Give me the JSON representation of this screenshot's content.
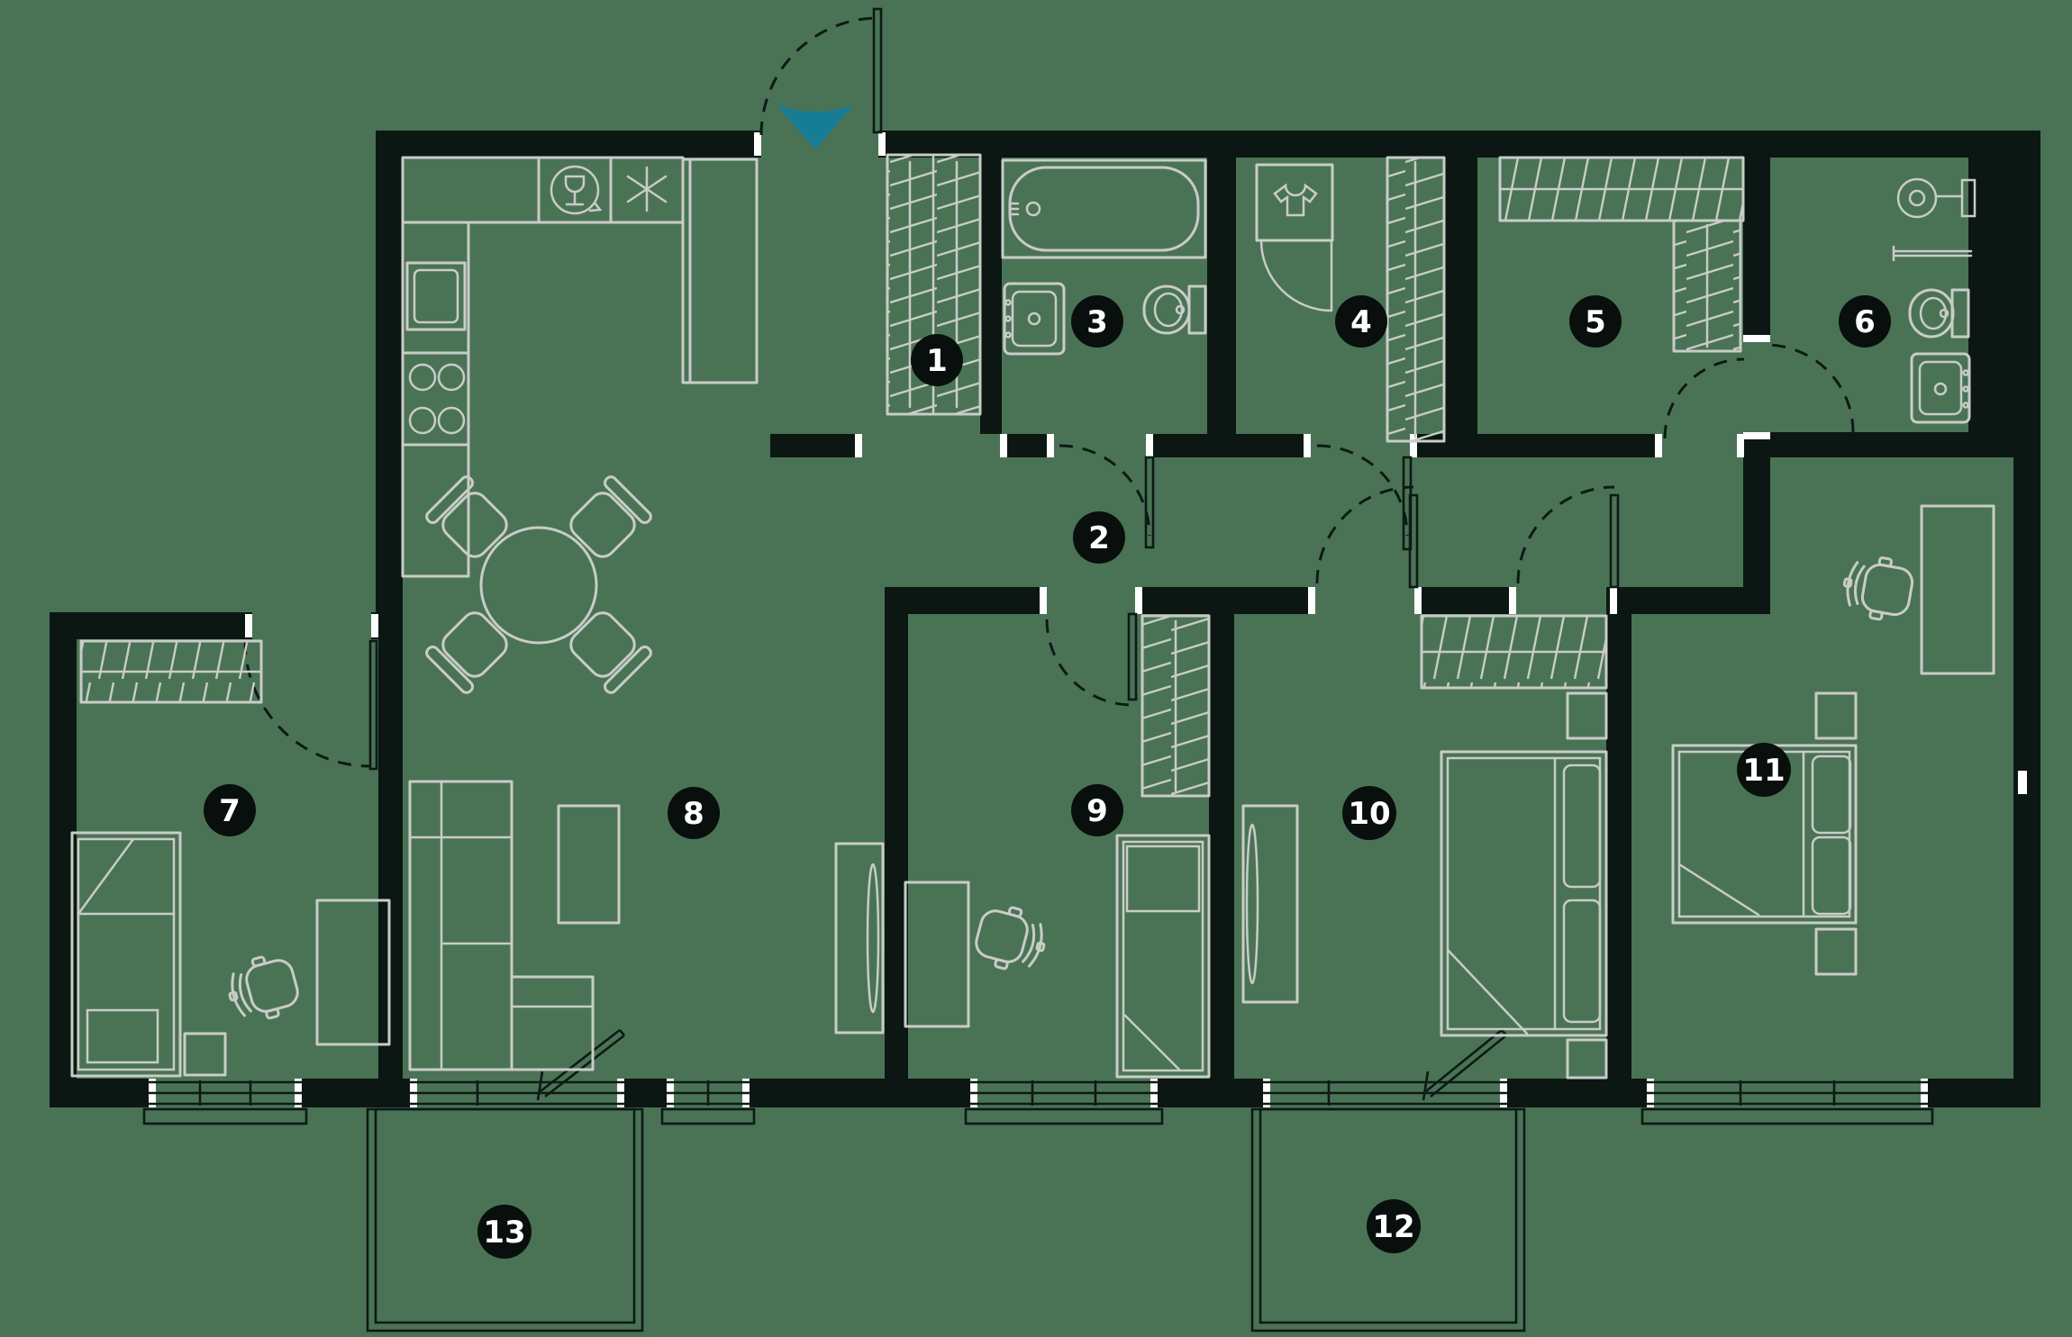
{
  "plan": {
    "type": "apartment-floor-plan",
    "room_labels": [
      "1",
      "2",
      "3",
      "4",
      "5",
      "6",
      "7",
      "8",
      "9",
      "10",
      "11",
      "12",
      "13"
    ],
    "icons": [
      "entry-direction-arrow-icon",
      "dishwasher-wineglass-icon",
      "freezer-snowflake-icon",
      "laundry-tshirt-icon",
      "shower-head-icon"
    ],
    "colors": {
      "bg": "#4a7355",
      "wall": "#0c1714",
      "line": "#c9ccc7",
      "thin": "#0d1a16",
      "accent": "#177d96",
      "badge-bg": "#080f0c",
      "badge-text": "#ffffff",
      "jamb": "#ffffff"
    }
  }
}
